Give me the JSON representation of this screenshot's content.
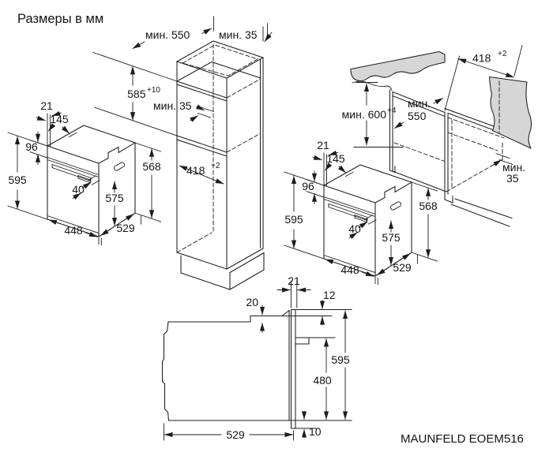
{
  "title": "Размеры в мм",
  "model_label": "MAUNFELD EOEM516",
  "oven_dims": {
    "top_gap": "21",
    "panel_depth": "145",
    "panel_height": "96",
    "total_height": "595",
    "handle_protrusion": "40",
    "door_height": "575",
    "body_height": "568",
    "front_width": "448",
    "body_depth": "529"
  },
  "tall_cabinet": {
    "min_depth": "мин. 550",
    "min_top_gap": "мин. 35",
    "niche_height": "585",
    "niche_height_tolerance": "+10",
    "min_rear_gap": "мин. 35",
    "niche_width": "418",
    "niche_width_tolerance": "+2"
  },
  "base_cabinet": {
    "niche_width": "418",
    "niche_width_tolerance": "+2",
    "min_height": "мин. 600",
    "min_height_tolerance": "+4",
    "min_depth_label": "мин.",
    "min_depth_value": "550",
    "min_rear_gap_label": "мин.",
    "min_rear_gap_value": "35"
  },
  "side_view": {
    "door_thickness": "21",
    "top_recess": "20",
    "panel_overhang": "12",
    "height": "595",
    "rear_height": "480",
    "depth": "529",
    "bottom_gap": "10"
  }
}
